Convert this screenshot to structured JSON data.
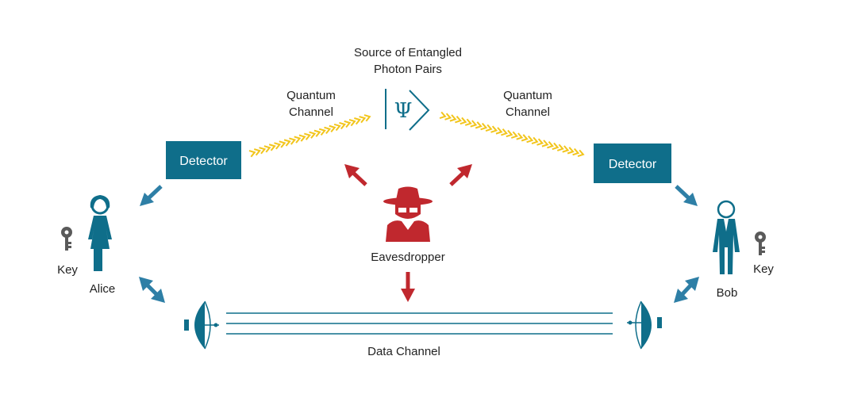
{
  "colors": {
    "teal": "#0f6e8a",
    "arrow_blue": "#2e7fa6",
    "red": "#c0282e",
    "yellow": "#f2c51c",
    "key_gray": "#5a5a5a",
    "text": "#222222",
    "line": "#0f6e8a"
  },
  "source": {
    "label_line1": "Source of Entangled",
    "label_line2": "Photon Pairs",
    "symbol": "Ψ",
    "icon": "entangled-source-icon"
  },
  "quantum_channel_left": {
    "line1": "Quantum",
    "line2": "Channel"
  },
  "quantum_channel_right": {
    "line1": "Quantum",
    "line2": "Channel"
  },
  "detector_left": {
    "label": "Detector"
  },
  "detector_right": {
    "label": "Detector"
  },
  "eavesdropper": {
    "label": "Eavesdropper",
    "icon": "spy-icon"
  },
  "alice": {
    "name": "Alice",
    "key_label": "Key",
    "icon": "woman-icon"
  },
  "bob": {
    "name": "Bob",
    "key_label": "Key",
    "icon": "man-icon"
  },
  "data_channel": {
    "label": "Data Channel",
    "icon_left": "satellite-dish-icon",
    "icon_right": "satellite-dish-icon"
  }
}
